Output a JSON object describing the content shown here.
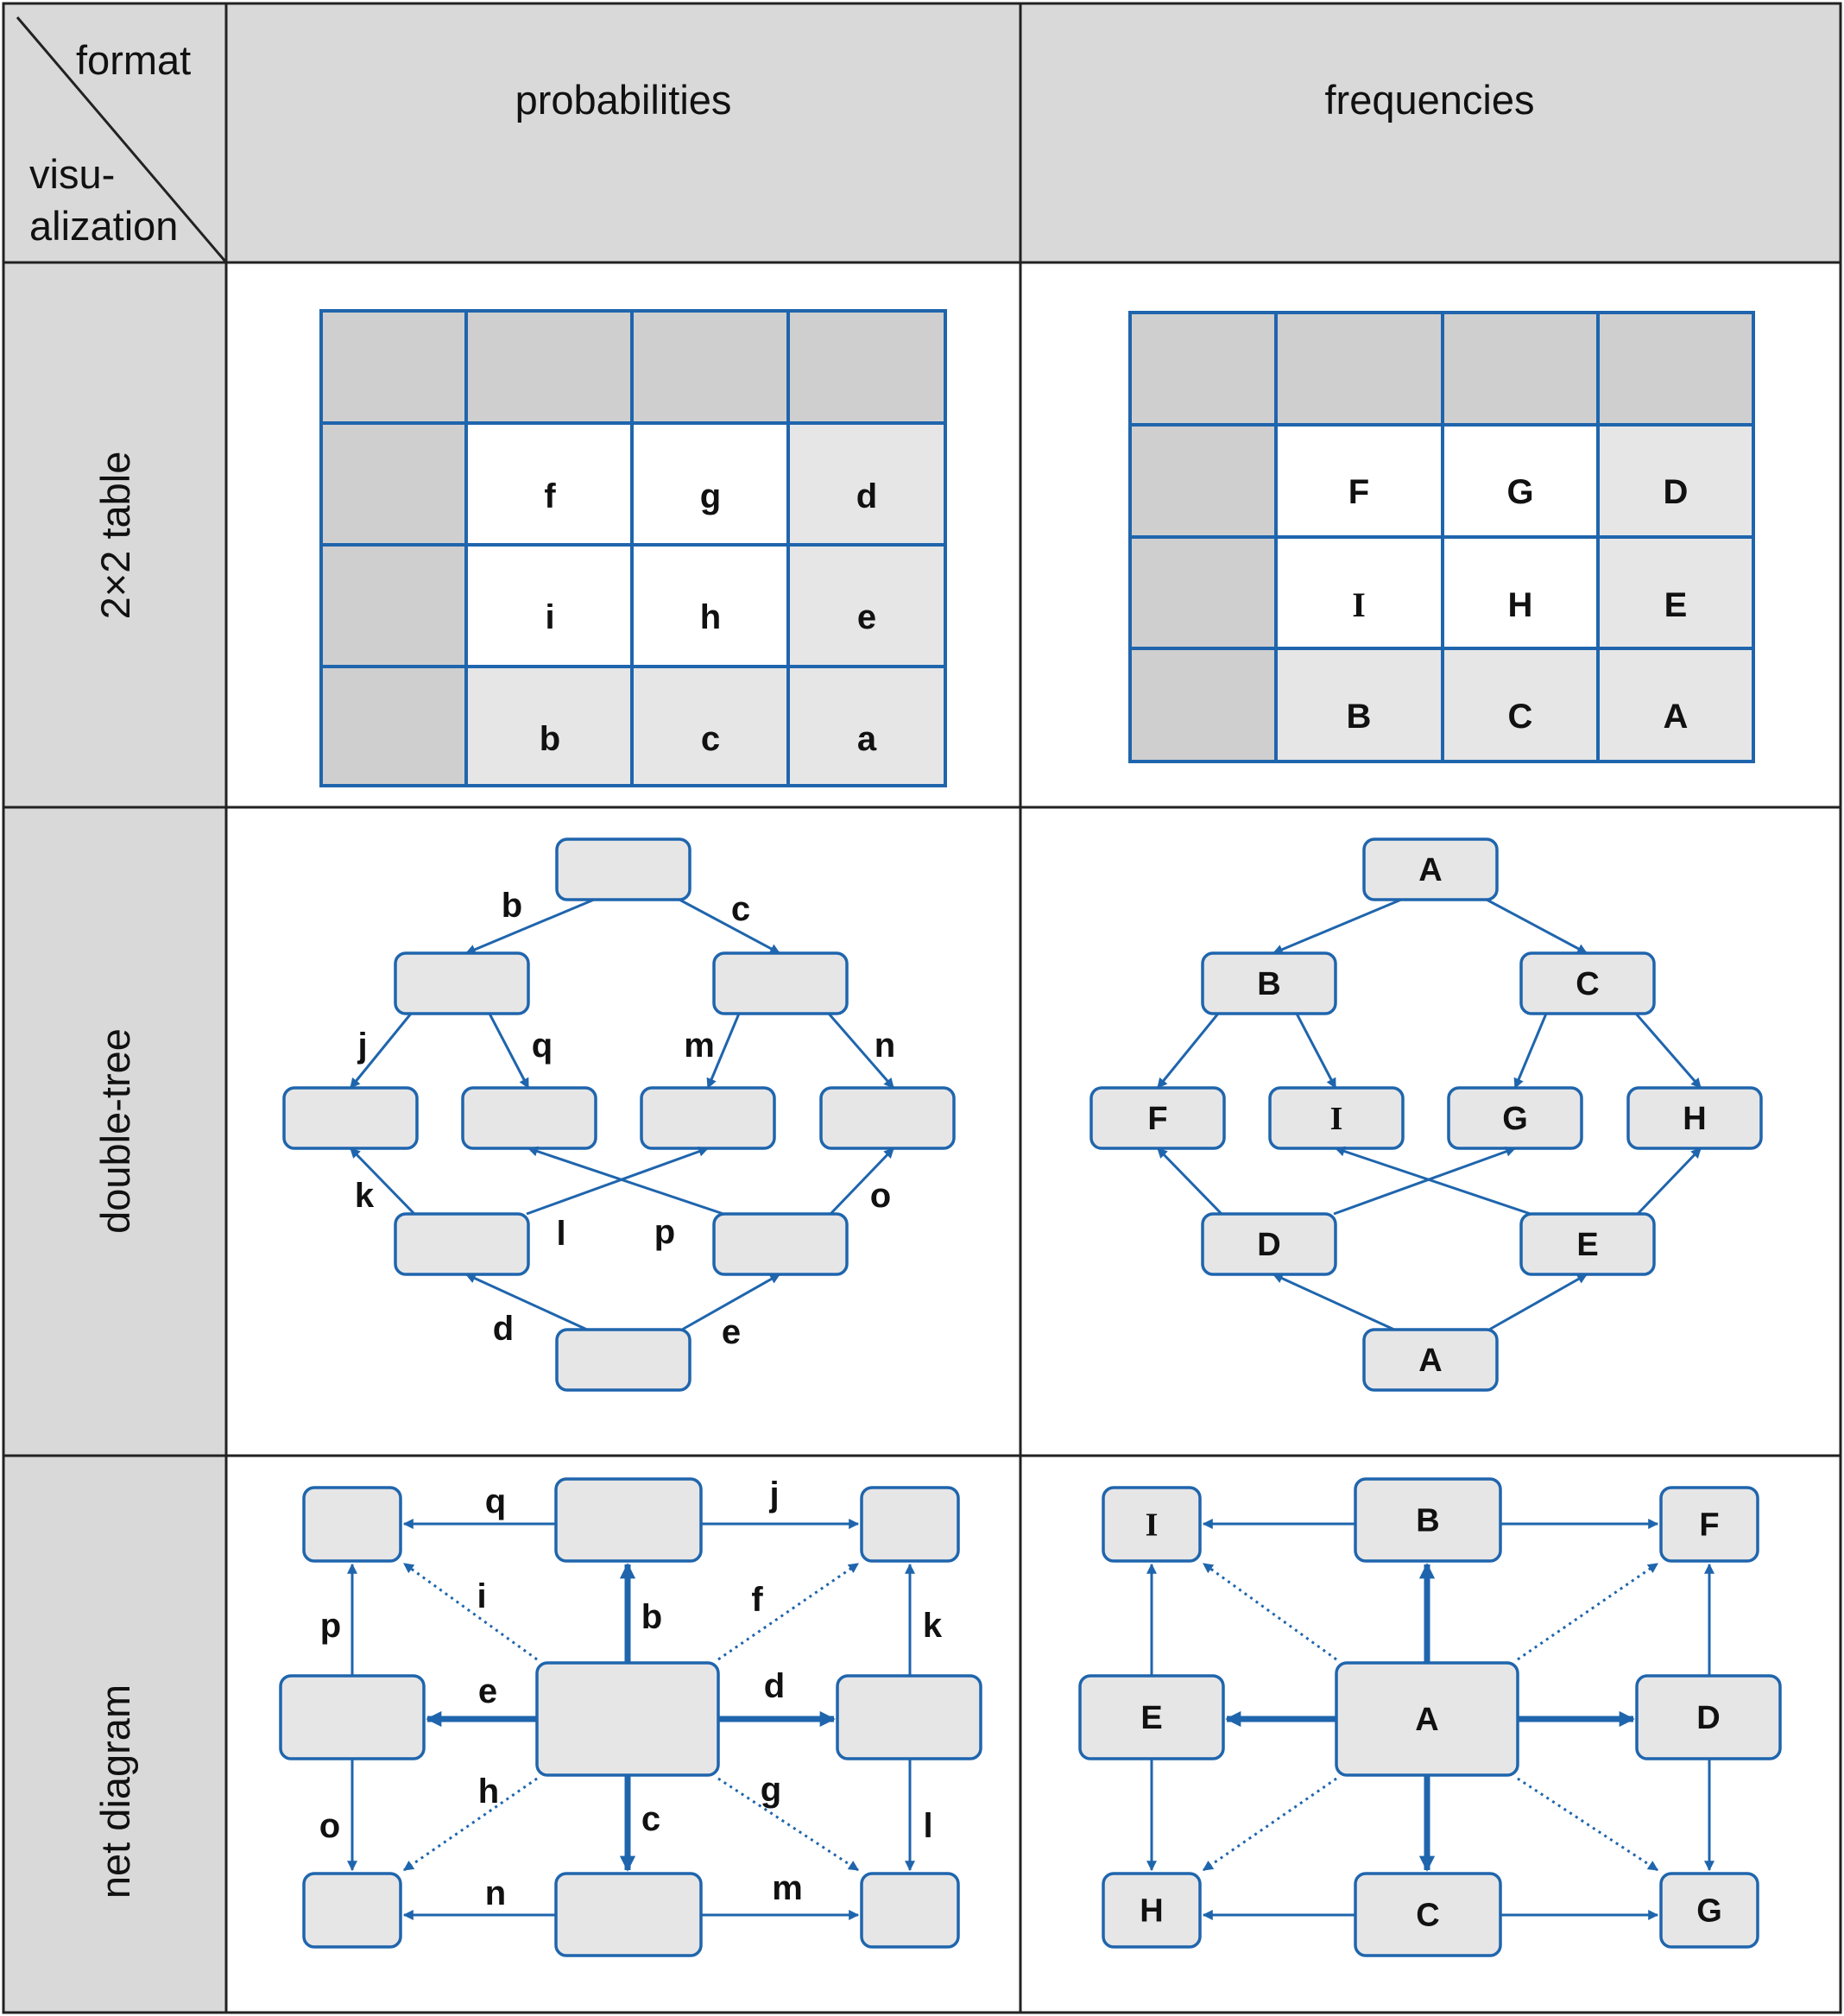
{
  "header": {
    "corner_top": "format",
    "corner_bottom_1": "visu-",
    "corner_bottom_2": "alization",
    "col_probabilities": "probabilities",
    "col_frequencies": "frequencies"
  },
  "rows": {
    "table": "2×2 table",
    "tree": "double-tree",
    "net": "net diagram"
  },
  "table_prob": {
    "cells": [
      [
        "f",
        "g",
        "d"
      ],
      [
        "i",
        "h",
        "e"
      ],
      [
        "b",
        "c",
        "a"
      ]
    ]
  },
  "table_freq": {
    "cells": [
      [
        "F",
        "G",
        "D"
      ],
      [
        "I",
        "H",
        "E"
      ],
      [
        "B",
        "C",
        "A"
      ]
    ]
  },
  "tree_prob": {
    "nodes": [
      "",
      "",
      "",
      "",
      "",
      "",
      "",
      "",
      "",
      ""
    ],
    "edges": {
      "b": "b",
      "c": "c",
      "j": "j",
      "q": "q",
      "m": "m",
      "n": "n",
      "k": "k",
      "l": "l",
      "p": "p",
      "o": "o",
      "d": "d",
      "e": "e"
    }
  },
  "tree_freq": {
    "nodes": [
      "A",
      "B",
      "C",
      "F",
      "I",
      "G",
      "H",
      "D",
      "E",
      "A"
    ]
  },
  "net_prob": {
    "nodes": [
      "",
      "",
      "",
      "",
      "",
      "",
      "",
      "",
      ""
    ],
    "edges": {
      "q": "q",
      "j": "j",
      "i": "i",
      "b": "b",
      "f": "f",
      "p": "p",
      "k": "k",
      "e": "e",
      "d": "d",
      "h": "h",
      "g": "g",
      "o": "o",
      "c": "c",
      "l": "l",
      "n": "n",
      "m": "m"
    }
  },
  "net_freq": {
    "nodes": [
      "I",
      "B",
      "F",
      "E",
      "A",
      "D",
      "H",
      "C",
      "G"
    ]
  },
  "colors": {
    "blue": "#1f65ad",
    "gray_header": "#d9d9d9",
    "gray_table": "#cfcfcf",
    "gray_light": "#e6e6e6",
    "line": "#222222"
  }
}
